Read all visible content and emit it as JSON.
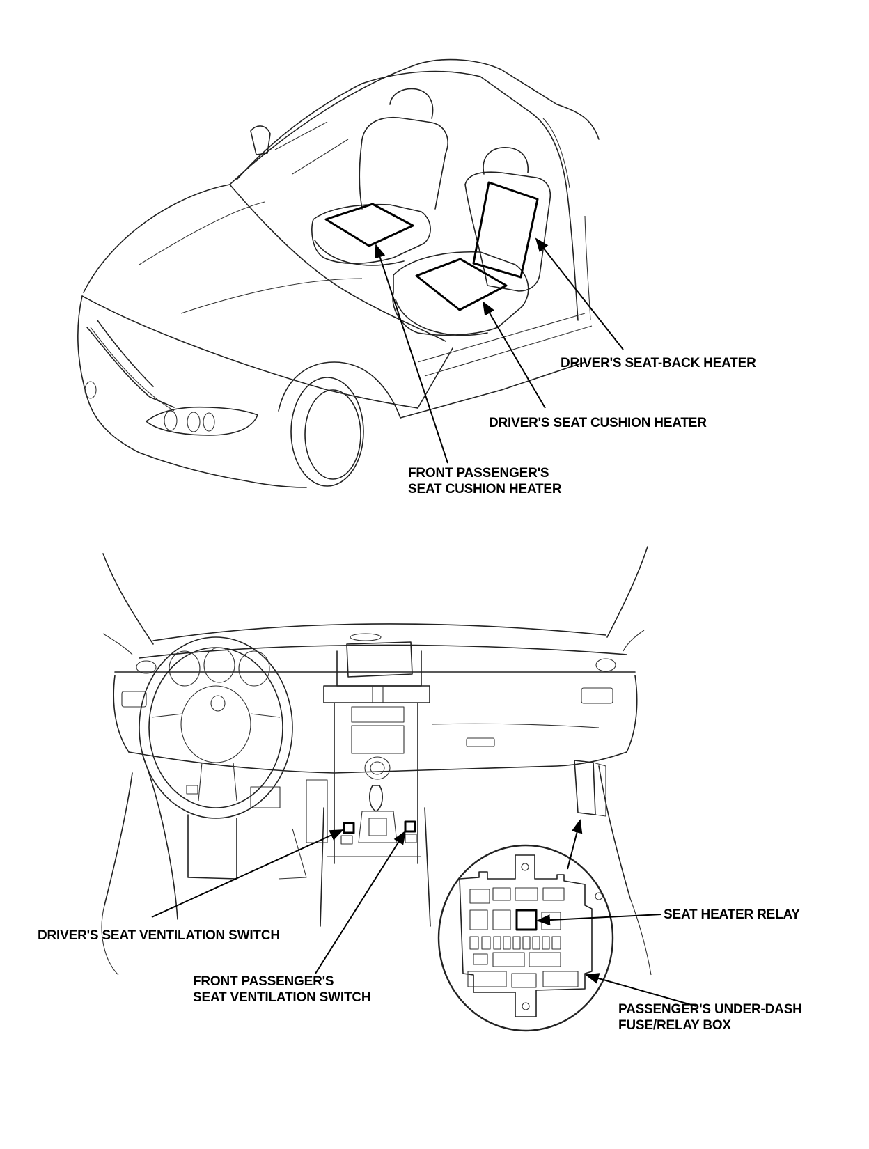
{
  "top_view": {
    "labels": {
      "seat_back_heater": "DRIVER'S SEAT-BACK HEATER",
      "driver_cushion_heater": "DRIVER'S SEAT CUSHION HEATER",
      "passenger_cushion_heater_l1": "FRONT PASSENGER'S",
      "passenger_cushion_heater_l2": "SEAT CUSHION HEATER"
    }
  },
  "bottom_view": {
    "labels": {
      "driver_vent_switch": "DRIVER'S SEAT VENTILATION SWITCH",
      "passenger_vent_switch_l1": "FRONT PASSENGER'S",
      "passenger_vent_switch_l2": "SEAT VENTILATION SWITCH",
      "seat_heater_relay": "SEAT HEATER RELAY",
      "fuse_box_l1": "PASSENGER'S UNDER-DASH",
      "fuse_box_l2": "FUSE/RELAY BOX"
    }
  }
}
